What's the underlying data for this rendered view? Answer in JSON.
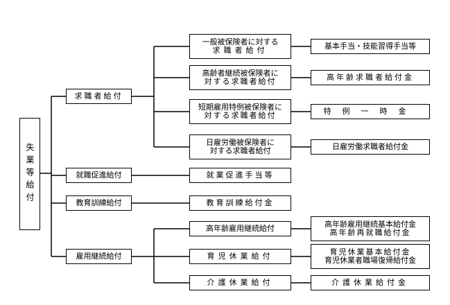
{
  "root": {
    "label": "失業等給付"
  },
  "categories": [
    {
      "label": "求職者給付"
    },
    {
      "label": "就職促進給付"
    },
    {
      "label": "教育訓練給付"
    },
    {
      "label": "雇用継続給付"
    }
  ],
  "subtypes": [
    {
      "line1": "一般被保険者に対する",
      "line2": "求職者給付"
    },
    {
      "line1": "高齢者継続被保険者に",
      "line2": "対する求職者給付"
    },
    {
      "line1": "短期雇用特例被保険者に",
      "line2": "対する求職者給付"
    },
    {
      "line1": "日雇労働被保険者に",
      "line2": "対する求職者給付"
    },
    {
      "line1": "就業促進手当等"
    },
    {
      "line1": "教育訓練給付金"
    },
    {
      "line1": "高年齢雇用継続給付"
    },
    {
      "line1": "育児休業給付"
    },
    {
      "line1": "介護休業給付"
    }
  ],
  "benefits": [
    {
      "line1": "基本手当・技能習得手当等"
    },
    {
      "line1": "高年齢求職者給付金"
    },
    {
      "line1": "特例一時金"
    },
    {
      "line1": "日雇労働求職者給付金"
    },
    {
      "line1": "高年齢雇用継続基本給付金",
      "line2": "高年齢再就職給付金"
    },
    {
      "line1": "育児休業基本給付金",
      "line2": "育児休業者職場復帰給付金"
    },
    {
      "line1": "介護休業給付金"
    }
  ]
}
